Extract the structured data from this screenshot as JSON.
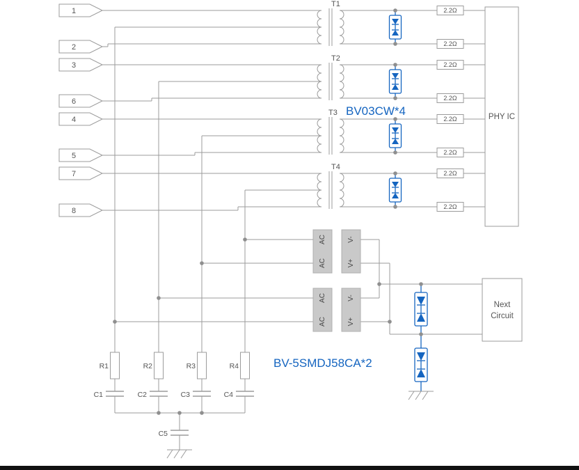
{
  "inputs": [
    "1",
    "2",
    "3",
    "6",
    "4",
    "5",
    "7",
    "8"
  ],
  "transformers": [
    "T1",
    "T2",
    "T3",
    "T4"
  ],
  "series_resistors": [
    "2.2Ω",
    "2.2Ω",
    "2.2Ω",
    "2.2Ω",
    "2.2Ω",
    "2.2Ω",
    "2.2Ω",
    "2.2Ω"
  ],
  "labels": {
    "diode_array": "BV03CW*4",
    "tvs": "BV-5SMDJ58CA*2",
    "phy": "PHY IC",
    "next1": "Next",
    "next2": "Circuit"
  },
  "bridge": {
    "ac": "AC",
    "v_minus": "V-",
    "v_plus": "V+"
  },
  "termination_resistors": [
    "R1",
    "R2",
    "R3",
    "R4"
  ],
  "capacitors": [
    "C1",
    "C2",
    "C3",
    "C4",
    "C5"
  ],
  "colors": {
    "wire": "#9b9b9b",
    "text": "#555555",
    "blue": "#1565c0",
    "bridge_fill": "#c9c9c9",
    "dot": "#8f8f8f",
    "bottom_bar": "#111111"
  }
}
